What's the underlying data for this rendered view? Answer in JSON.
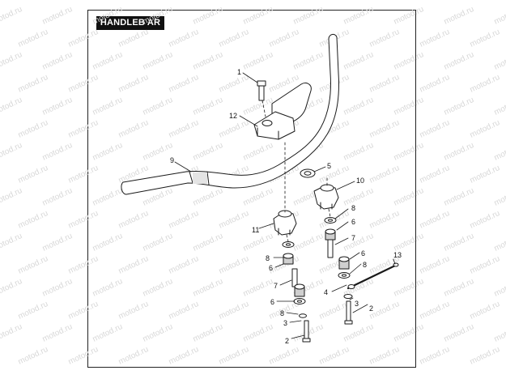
{
  "title": "HANDLEB AR",
  "watermark": "motod.ru",
  "colors": {
    "line": "#1a1a1a",
    "fill": "#ffffff",
    "shade": "#cfcfcf",
    "watermark": "#d8d8d8"
  },
  "callouts": [
    {
      "id": "c1",
      "text": "1"
    },
    {
      "id": "c12",
      "text": "12"
    },
    {
      "id": "c9",
      "text": "9"
    },
    {
      "id": "c5",
      "text": "5"
    },
    {
      "id": "c10",
      "text": "10"
    },
    {
      "id": "c11",
      "text": "11"
    },
    {
      "id": "c8a",
      "text": "8"
    },
    {
      "id": "c6a",
      "text": "6"
    },
    {
      "id": "c7a",
      "text": "7"
    },
    {
      "id": "c6b",
      "text": "6"
    },
    {
      "id": "c8b",
      "text": "8"
    },
    {
      "id": "c3a",
      "text": "3"
    },
    {
      "id": "c2a",
      "text": "2"
    },
    {
      "id": "c8c",
      "text": "8"
    },
    {
      "id": "c6c",
      "text": "6"
    },
    {
      "id": "c7b",
      "text": "7"
    },
    {
      "id": "c6d",
      "text": "6"
    },
    {
      "id": "c8d",
      "text": "8"
    },
    {
      "id": "c13",
      "text": "13"
    },
    {
      "id": "c4",
      "text": "4"
    },
    {
      "id": "c3b",
      "text": "3"
    },
    {
      "id": "c2b",
      "text": "2"
    }
  ]
}
